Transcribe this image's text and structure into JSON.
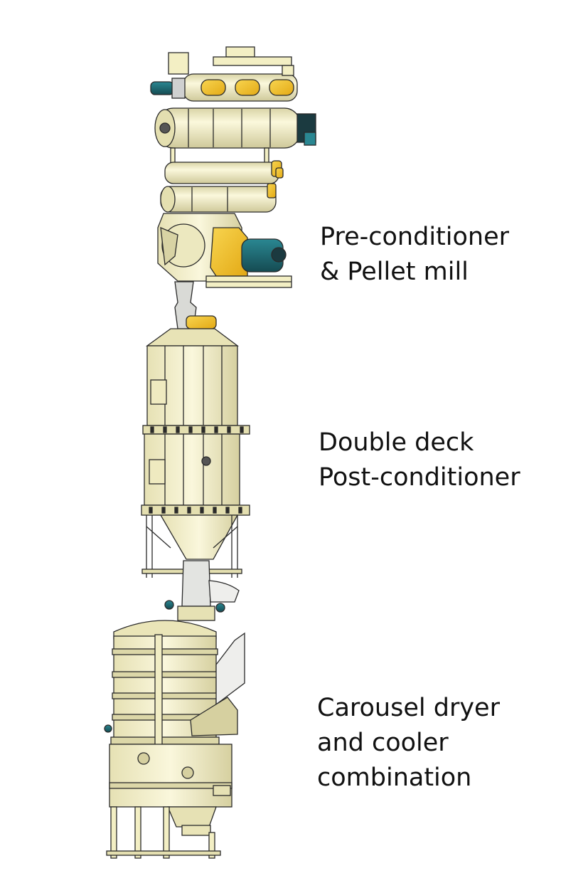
{
  "labels": {
    "pellet_mill": [
      "Pre-conditioner",
      "& Pellet mill"
    ],
    "post_conditioner": [
      "Double deck",
      "Post-conditioner"
    ],
    "carousel": [
      "Carousel dryer",
      "and cooler",
      "combination"
    ]
  },
  "colors": {
    "body": "#f3efc4",
    "body_shade": "#dcd7a8",
    "outline": "#2a2a2a",
    "accent_yellow": "#f4c93a",
    "motor_teal": "#1f6f78",
    "motor_dark": "#1b3a40",
    "gray": "#cfd0d0"
  }
}
